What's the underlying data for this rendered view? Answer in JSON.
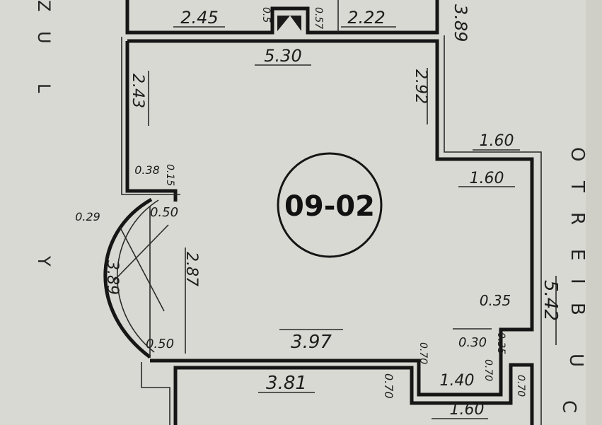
{
  "room_label": "09-02",
  "margin_letters": {
    "left": [
      "Z",
      "U",
      "L",
      "Y"
    ],
    "right": [
      "C",
      "U",
      "B",
      "I",
      "E",
      "R",
      "T",
      "O"
    ]
  },
  "dimensions": {
    "top_left_room_width": "2.45",
    "top_stair_left": "0.5",
    "top_stair_right": "0.57",
    "top_right_room_width": "2.22",
    "top_right_height": "3.89",
    "main_top_width": "5.30",
    "left_wall_height": "2.43",
    "right_upper_height": "2.92",
    "notch_upper_width": "1.60",
    "notch_lower_width": "1.60",
    "left_step_width": "0.38",
    "left_step_depth": "0.15",
    "arc_top_gap": "0.29",
    "arc_top_width": "0.50",
    "arc_length": "3.89",
    "inner_left_height": "2.87",
    "arc_bottom_width": "0.50",
    "bottom_wall_width": "3.97",
    "right_step_width": "0.35",
    "right_step_inner": "0.30",
    "right_step_depth": "0.35",
    "right_total_height": "5.42",
    "bottom_room_width": "3.81",
    "bottom_left_depth": "0.70",
    "bottom_mid_depth": "0.70",
    "bottom_mid_width": "1.40",
    "bottom_right_depth": "0.70",
    "bottom_corner_depth": "0.70",
    "bottom_right_width": "1.60"
  }
}
